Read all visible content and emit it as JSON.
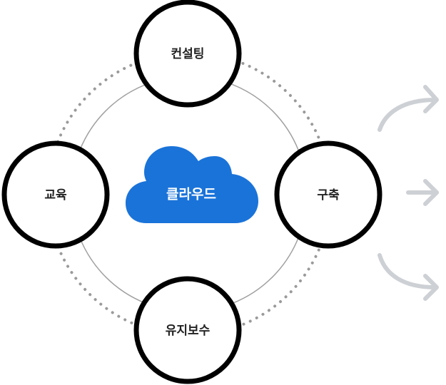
{
  "center": {
    "label": "클라우드",
    "color": "#1a73d9"
  },
  "nodes": {
    "top": {
      "label": "컨설팅"
    },
    "left": {
      "label": "교육"
    },
    "right": {
      "label": "구축"
    },
    "bottom": {
      "label": "유지보수"
    }
  },
  "colors": {
    "node_border": "#000000",
    "inner_ring": "#a0a0a0",
    "dotted_ring": "#9a9a9a",
    "arrow": "#cdd0d4"
  },
  "icons": {
    "arrows": [
      "arrow-curve-up-icon",
      "arrow-right-icon",
      "arrow-curve-down-icon"
    ]
  }
}
